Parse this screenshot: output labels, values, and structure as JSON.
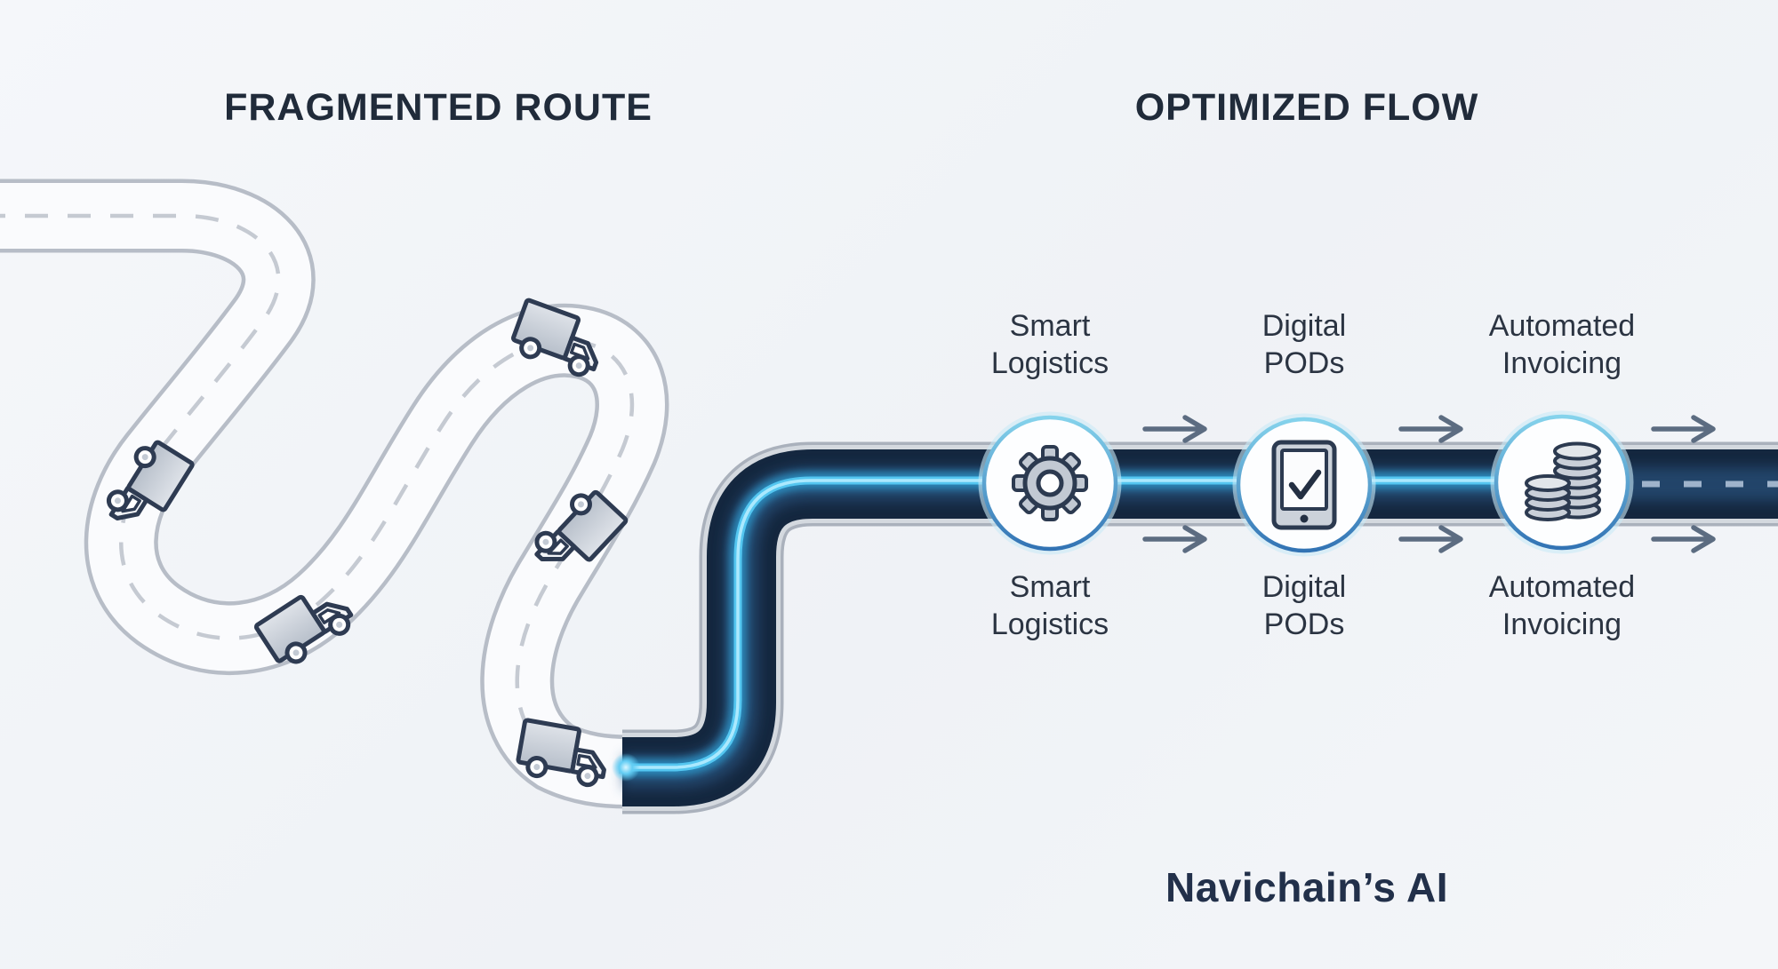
{
  "titles": {
    "fragmented": "FRAGMENTED ROUTE",
    "optimized": "OPTIMIZED FLOW"
  },
  "brand": "Navichain’s AI",
  "stations": [
    {
      "id": "smart-logistics",
      "line1": "Smart",
      "line2": "Logistics",
      "icon": "gear-icon"
    },
    {
      "id": "digital-pods",
      "line1": "Digital",
      "line2": "PODs",
      "icon": "tablet-check-icon"
    },
    {
      "id": "automated-invoicing",
      "line1": "Automated",
      "line2": "Invoicing",
      "icon": "coins-icon"
    }
  ],
  "roads": {
    "fragmented": {
      "style": "winding dashed gray road",
      "truck_count": 5,
      "truck_icon": "delivery-truck-icon"
    },
    "optimized": {
      "style": "straight navy road with glowing cyan stripe",
      "arrow_pairs": 3,
      "arrow_icon": "flow-arrow-icon",
      "end_style": "dashed center line"
    }
  },
  "colors": {
    "background": "#f3f5f8",
    "title_text": "#202b3a",
    "label_text": "#2b3442",
    "brand_text": "#22304a",
    "road_navy": "#14273f",
    "road_navy_light": "#2e5d8d",
    "accent_cyan": "#54c6f0",
    "silver_border": "#d4d9df",
    "gray_road_fill": "#fafbfd",
    "gray_road_border": "#b7bdc7",
    "dash_gray": "#c5cad2",
    "dash_light_blue": "#9fb3cb",
    "arrow": "#5c6c81",
    "circle_fill": "#fdfeff",
    "circle_border_top": "#85d3ec",
    "circle_border_bottom": "#3273b4",
    "icon_outline": "#2c3a50",
    "icon_fill": "#c2c9d3"
  }
}
